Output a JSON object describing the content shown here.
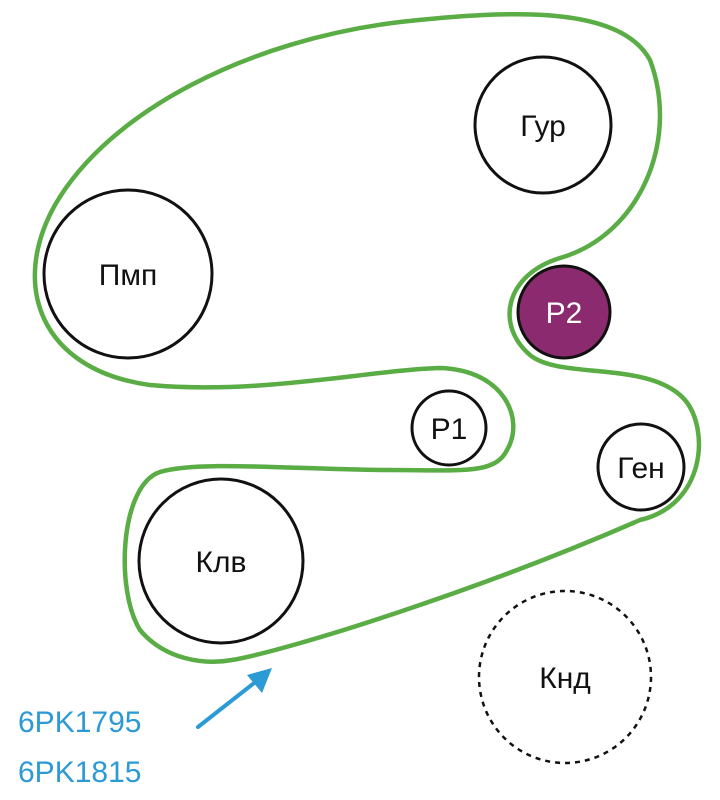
{
  "pulleys": {
    "gur": {
      "label": "Гур"
    },
    "pmp": {
      "label": "Пмп"
    },
    "p2": {
      "label": "P2"
    },
    "p1": {
      "label": "P1"
    },
    "gen": {
      "label": "Ген"
    },
    "klv": {
      "label": "Клв"
    },
    "knd": {
      "label": "Кнд"
    }
  },
  "belt_codes": [
    "6PK1795",
    "6PK1815"
  ],
  "colors": {
    "belt": "#5aac44",
    "pulley_stroke": "#111111",
    "p2_fill": "#8b2a6e",
    "arrow": "#2b9ad5",
    "belt_code_text": "#2b9ad5"
  }
}
